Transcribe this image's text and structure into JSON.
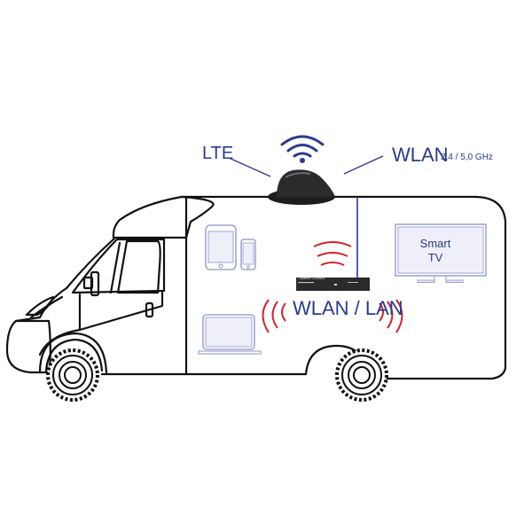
{
  "diagram": {
    "labels": {
      "lte": "LTE",
      "wlan": "WLAN",
      "wlan_band": "2,4 / 5,0 GHz",
      "wlan_lan": "WLAN / LAN",
      "smart_tv_line1": "Smart",
      "smart_tv_line2": "TV",
      "router_brand": "Dyaline Connect"
    },
    "components": [
      {
        "name": "roof-antenna",
        "desc": "black dome antenna on roof"
      },
      {
        "name": "router",
        "desc": "black router box inside camper"
      },
      {
        "name": "tablet"
      },
      {
        "name": "smartphone"
      },
      {
        "name": "laptop"
      },
      {
        "name": "smart-tv"
      }
    ],
    "colors": {
      "text_blue": "#2a3a8c",
      "wifi_blue": "#2a3a8c",
      "signal_red": "#d2232a",
      "device_outline": "#8a93c8",
      "device_fill": "#eeeff8",
      "vehicle_line": "#111111",
      "antenna": "#2b2b2e"
    }
  }
}
